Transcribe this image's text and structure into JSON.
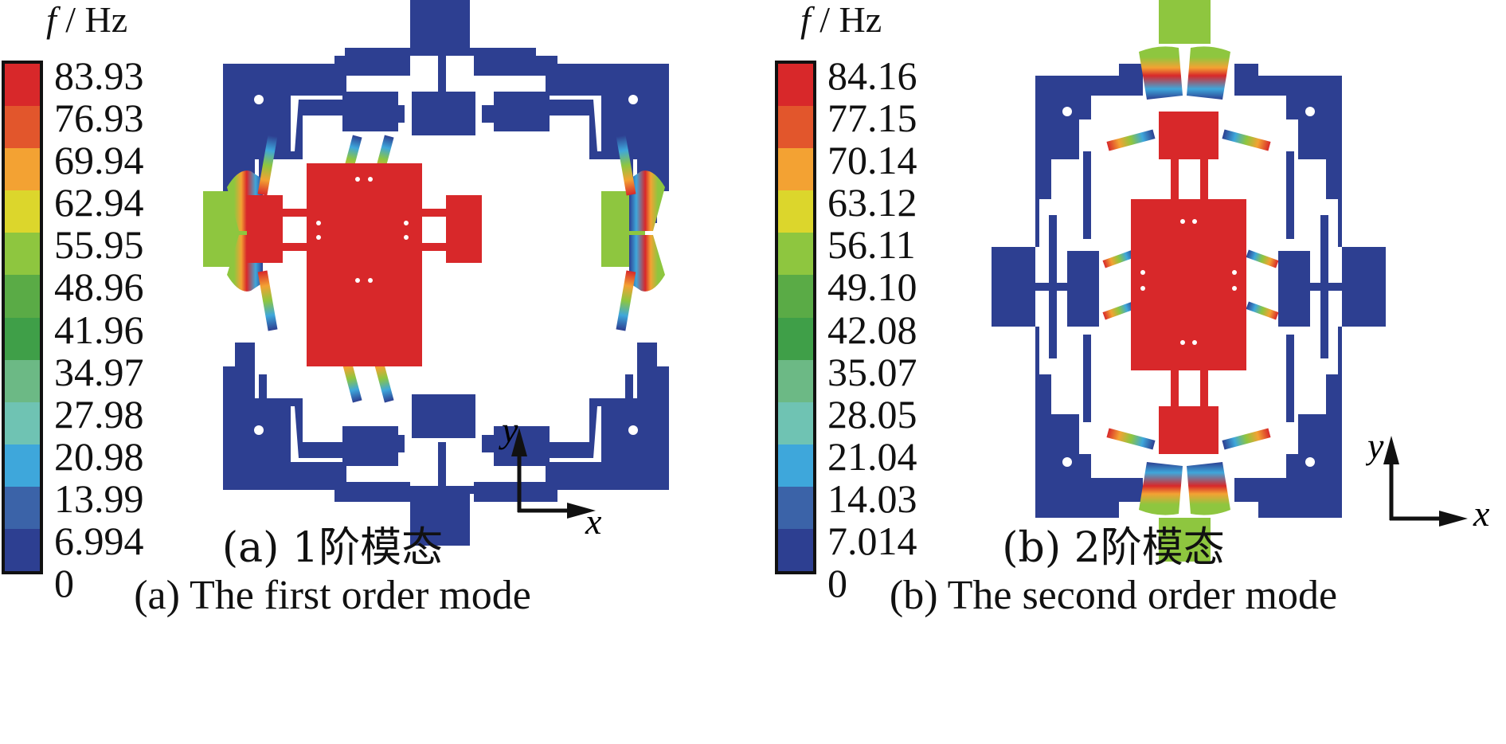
{
  "panels": [
    {
      "id": "a",
      "legend": {
        "title_var": "f",
        "title_unit": "/ Hz",
        "ticks": [
          "83.93",
          "76.93",
          "69.94",
          "62.94",
          "55.95",
          "48.96",
          "41.96",
          "34.97",
          "27.98",
          "20.98",
          "13.99",
          "6.994",
          "0"
        ]
      },
      "caption_zh": "(a)  1阶模态",
      "caption_en": "(a)  The first order mode",
      "axis_x": "x",
      "axis_y": "y"
    },
    {
      "id": "b",
      "legend": {
        "title_var": "f",
        "title_unit": "/ Hz",
        "ticks": [
          "84.16",
          "77.15",
          "70.14",
          "63.12",
          "56.11",
          "49.10",
          "42.08",
          "35.07",
          "28.05",
          "21.04",
          "14.03",
          "7.014",
          "0"
        ]
      },
      "caption_zh": "(b)  2阶模态",
      "caption_en": "(b)  The second order mode",
      "axis_x": "x",
      "axis_y": "y"
    }
  ],
  "colors": {
    "scale": [
      "#d8282a",
      "#e2562c",
      "#f3a233",
      "#dcd62c",
      "#8ec63f",
      "#5aab46",
      "#3f9f48",
      "#6cb985",
      "#6fc3b3",
      "#3ea7db",
      "#3b63a8",
      "#2d3f91"
    ],
    "structure": "#2d3f91",
    "stage": "#d8282a",
    "anchor_moving": "#8ec63f"
  }
}
